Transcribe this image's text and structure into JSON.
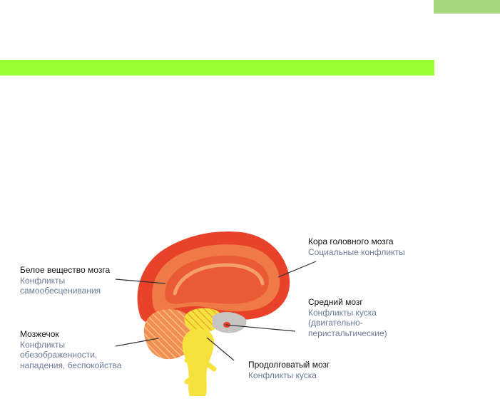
{
  "labels": {
    "cortex": {
      "title": "Кора головного мозга",
      "sub": [
        "Социальные конфликты"
      ]
    },
    "white": {
      "title": "Белое вещество мозга",
      "sub": [
        "Конфликты",
        "самообесценивания"
      ]
    },
    "midbrain": {
      "title": "Средний мозг",
      "sub": [
        "Конфликты куска",
        "(двигательно-",
        "перистальтические)"
      ]
    },
    "cerebellum": {
      "title": "Мозжечок",
      "sub": [
        "Конфликты",
        "обезображенности,",
        "нападения, беспокойства"
      ]
    },
    "medulla": {
      "title": "Продолговатый мозг",
      "sub": [
        "Конфликты куска"
      ]
    }
  },
  "colors": {
    "cortex_outer": "#e8422a",
    "cortex_inner": "#f07a45",
    "white_matter": "#e95a35",
    "brainstem": "#f6e23c",
    "cerebellum": "#f28f54",
    "cerebellum_hatch": "#f4c07a",
    "leader_line": "#333333"
  }
}
